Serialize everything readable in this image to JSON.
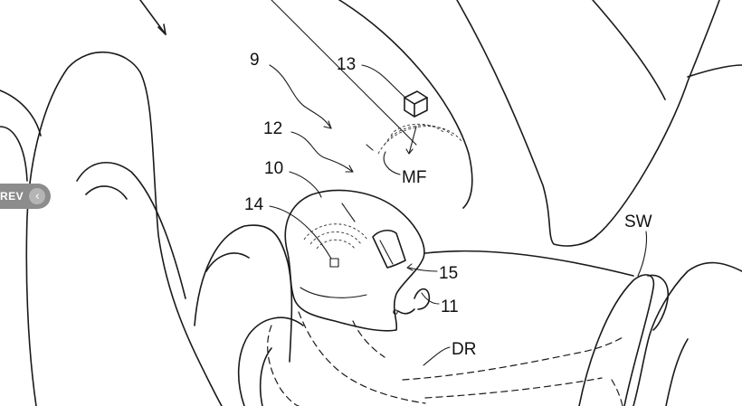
{
  "labels": {
    "ref_9": "9",
    "ref_13": "13",
    "ref_12": "12",
    "ref_10": "10",
    "ref_14": "14",
    "ref_15": "15",
    "ref_11": "11",
    "mf": "MF",
    "sw": "SW",
    "dr": "DR"
  },
  "nav": {
    "prev_label": "REV",
    "prev_icon": "chevron-left-icon",
    "prev_glyph": "‹"
  }
}
